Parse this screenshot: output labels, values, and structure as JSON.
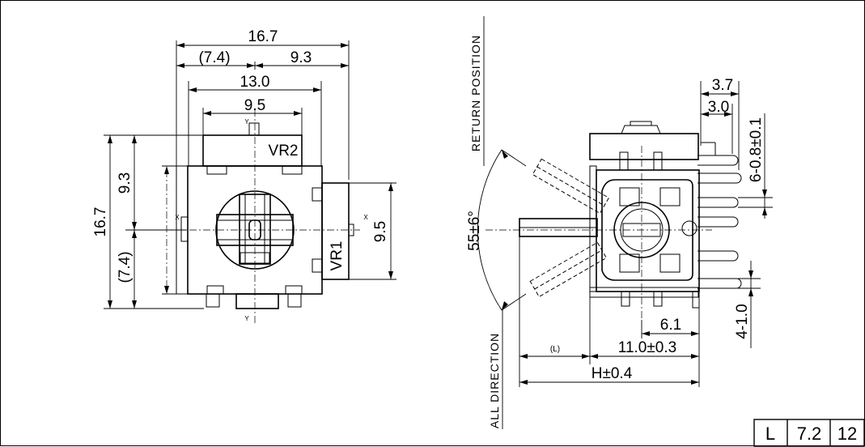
{
  "front_view": {
    "dims": {
      "overall_width": "16.7",
      "left_offset": "(7.4)",
      "right_offset": "9.3",
      "body_width": "13.0",
      "vr2_width": "9.5",
      "overall_height": "16.7",
      "upper_height": "9.3",
      "lower_height": "(7.4)",
      "vr1_height": "9.5"
    },
    "labels": {
      "vr2": "VR2",
      "vr1": "VR1",
      "axis_y_top": "Y",
      "axis_y_bottom": "Y",
      "axis_x_left": "X",
      "axis_x_right": "X"
    }
  },
  "side_view": {
    "dims": {
      "pin_span": "3.7",
      "pin_pitch": "3.0",
      "pin_spec": "6-0.8±0.1",
      "pin_height": "4-1.0",
      "angle": "55±6°",
      "offset": "6.1",
      "length_l": "(L)",
      "body_length": "11.0±0.3",
      "total_h": "H±0.4"
    },
    "labels": {
      "return_position": "RETURN POSITION",
      "all_direction": "ALL DIRECTION"
    }
  },
  "title_block": {
    "cells": [
      "L",
      "7.2",
      "12"
    ]
  }
}
